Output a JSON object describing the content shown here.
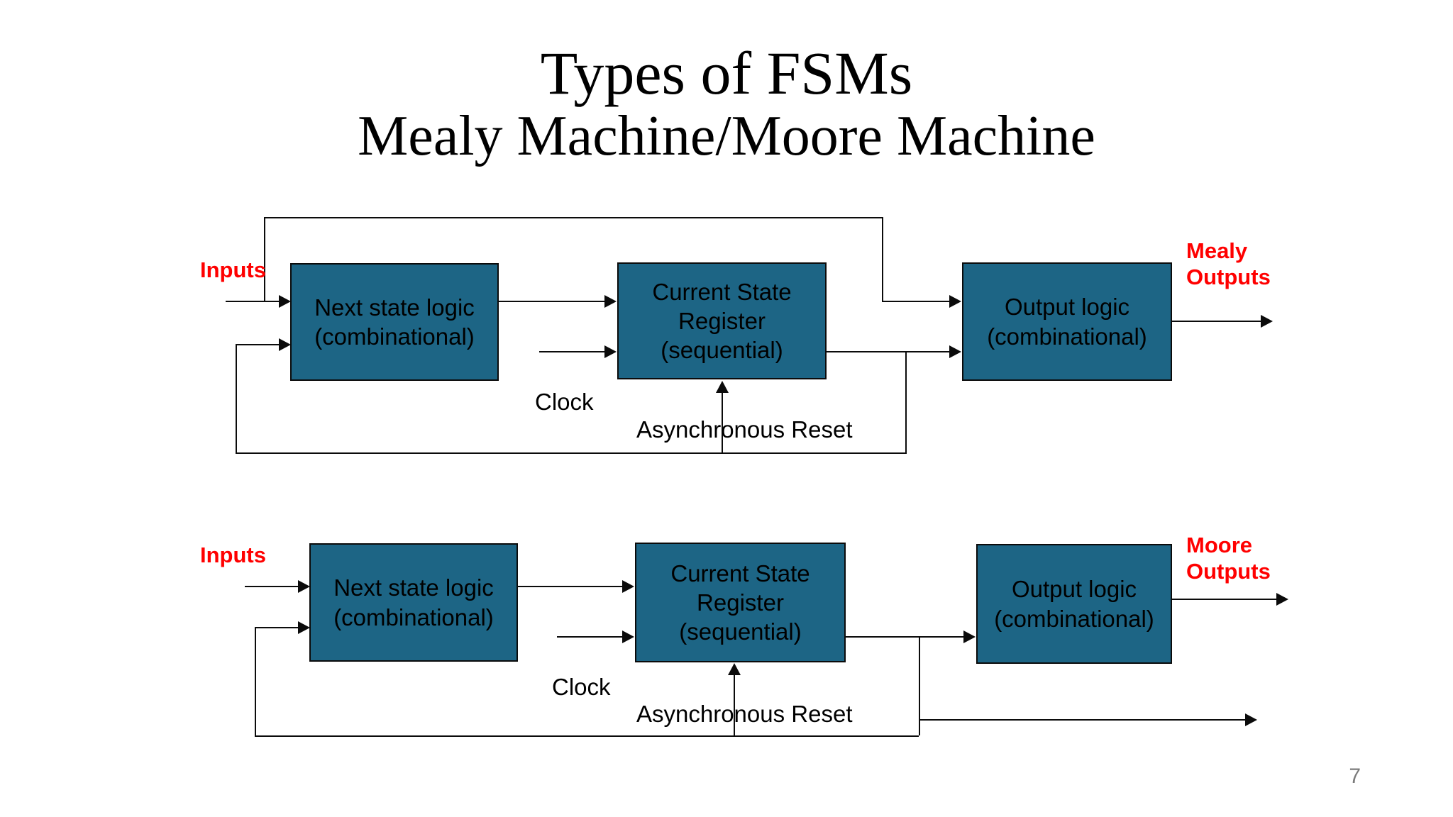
{
  "slide": {
    "title_line1": "Types of FSMs",
    "title_line2": "Mealy Machine/Moore Machine",
    "page_number": "7",
    "colors": {
      "box_fill": "#1d6585",
      "box_border": "#0b0b0b",
      "line": "#0b0b0b",
      "accent_red": "#ff0000",
      "page_number": "#7b7b7b",
      "background": "#ffffff"
    }
  },
  "diagrams": [
    {
      "name": "mealy-machine",
      "inputs_label": "Inputs",
      "outputs_label_line1": "Mealy",
      "outputs_label_line2": "Outputs",
      "clock_label": "Clock",
      "reset_label": "Asynchronous Reset",
      "blocks": [
        {
          "line1": "Next state logic",
          "line2": "(combinational)"
        },
        {
          "line1": "Current State",
          "line2": "Register",
          "line3": "(sequential)"
        },
        {
          "line1": "Output logic",
          "line2": "(combinational)"
        }
      ]
    },
    {
      "name": "moore-machine",
      "inputs_label": "Inputs",
      "outputs_label_line1": "Moore",
      "outputs_label_line2": "Outputs",
      "clock_label": "Clock",
      "reset_label": "Asynchronous Reset",
      "blocks": [
        {
          "line1": "Next state logic",
          "line2": "(combinational)"
        },
        {
          "line1": "Current State",
          "line2": "Register",
          "line3": "(sequential)"
        },
        {
          "line1": "Output logic",
          "line2": "(combinational)"
        }
      ]
    }
  ]
}
